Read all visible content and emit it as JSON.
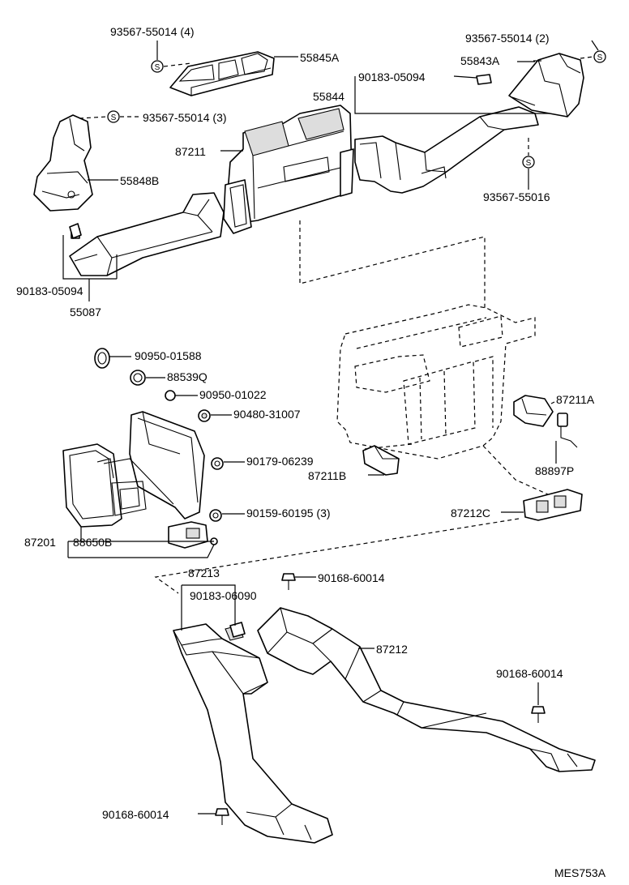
{
  "labels": {
    "p93567_55014_4": "93567-55014 (4)",
    "p55845A": "55845A",
    "p93567_55014_2": "93567-55014 (2)",
    "p55843A": "55843A",
    "p90183_05094_top": "90183-05094",
    "p55844": "55844",
    "p93567_55014_3": "93567-55014 (3)",
    "p87211": "87211",
    "p55848B": "55848B",
    "p93567_55016": "93567-55016",
    "p90183_05094_left": "90183-05094",
    "p55087": "55087",
    "p90950_01588": "90950-01588",
    "p88539Q": "88539Q",
    "p90950_01022": "90950-01022",
    "p90480_31007": "90480-31007",
    "p87211A": "87211A",
    "p90179_06239": "90179-06239",
    "p87211B": "87211B",
    "p88897P": "88897P",
    "p90159_60195": "90159-60195 (3)",
    "p87212C": "87212C",
    "p87201": "87201",
    "p88650B": "88650B",
    "p87213": "87213",
    "p90168_60014_a": "90168-60014",
    "p90183_06090": "90183-06090",
    "p87212": "87212",
    "p90168_60014_b": "90168-60014",
    "p90168_60014_c": "90168-60014",
    "diagram_code": "MES753A"
  },
  "clip_symbol": "S",
  "icons": [
    "clip-s-icon",
    "screw-icon",
    "grommet-icon",
    "nut-icon"
  ],
  "line_color": "#000000",
  "background_color": "#ffffff"
}
